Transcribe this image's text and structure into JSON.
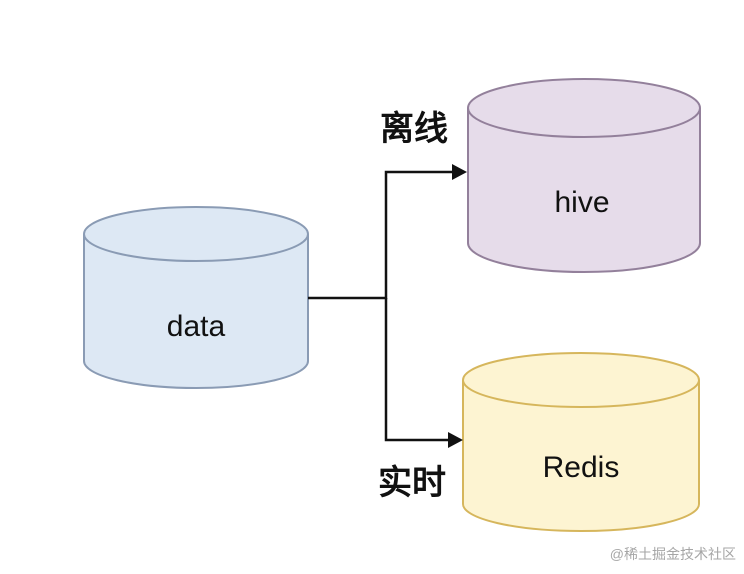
{
  "diagram": {
    "background": "#ffffff",
    "arrow_color": "#111111",
    "nodes": [
      {
        "id": "data",
        "label": "data",
        "shape": "cylinder",
        "fill": "#dde8f4",
        "stroke": "#8a9bb4"
      },
      {
        "id": "hive",
        "label": "hive",
        "shape": "cylinder",
        "fill": "#e6dcea",
        "stroke": "#93809b"
      },
      {
        "id": "redis",
        "label": "Redis",
        "shape": "cylinder",
        "fill": "#fdf4d2",
        "stroke": "#d6b65c"
      }
    ],
    "edges": [
      {
        "from": "data",
        "to": "hive",
        "label": "离线"
      },
      {
        "from": "data",
        "to": "redis",
        "label": "实时"
      }
    ]
  },
  "watermark": {
    "text": "@稀土掘金技术社区"
  }
}
